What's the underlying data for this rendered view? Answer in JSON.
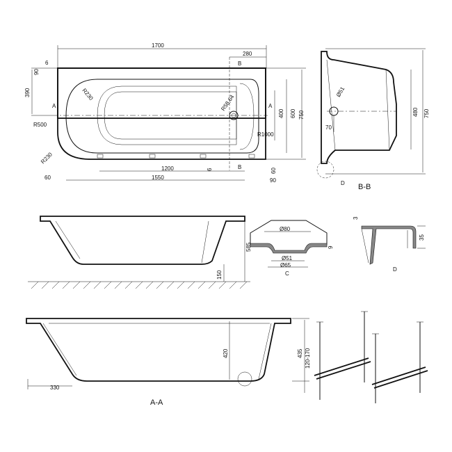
{
  "top_view": {
    "length": "1700",
    "offset_right": "280",
    "edge": "6",
    "rim_top": "90",
    "to_center": "390",
    "section_a_left": "A",
    "section_a_right": "A",
    "r500": "R500",
    "r230_top": "R230",
    "r230_bottom": "R230",
    "r_drain": "R58,64",
    "inner_400": "400",
    "inner_600": "600",
    "width_750": "750",
    "r1000": "R1000",
    "section_b_top": "B",
    "section_b_bottom": "B",
    "feet_1200": "1200",
    "feet_6": "6",
    "right_60": "60",
    "bottom_1550": "1550",
    "right_90": "90",
    "left_60": "60"
  },
  "section_bb": {
    "drain_dia": "Ø51",
    "drain_offset": "70",
    "depth_480": "480",
    "height_750": "750",
    "detail_ref": "D",
    "title": "B-B"
  },
  "side_view": {
    "height_585": "585",
    "leg_150": "150"
  },
  "detail_c": {
    "dia_80": "Ø80",
    "dia_51": "Ø51",
    "dia_65": "Ø65",
    "thick_9": "9",
    "title": "C"
  },
  "detail_d": {
    "thick_3": "3",
    "rim_35": "35",
    "title": "D"
  },
  "section_aa": {
    "depth_420": "420",
    "depth_435": "435",
    "legs": "120-170",
    "slope_330": "330",
    "title": "A-A"
  }
}
